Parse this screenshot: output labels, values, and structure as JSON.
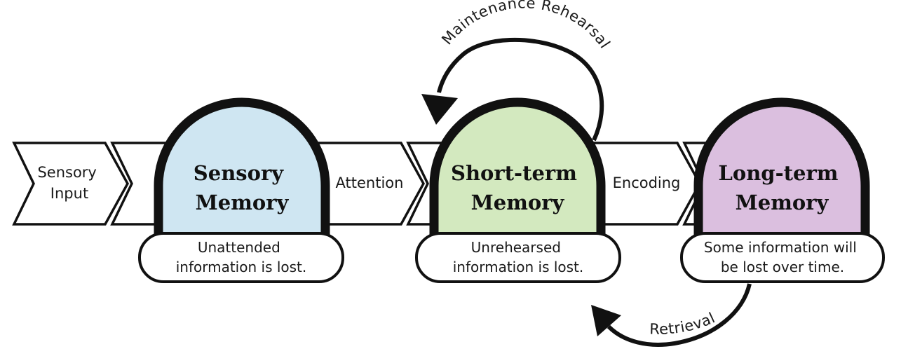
{
  "flow": {
    "input_label": [
      "Sensory",
      "Input"
    ],
    "attention_label": "Attention",
    "encoding_label": "Encoding"
  },
  "stages": [
    {
      "title": [
        "Sensory",
        "Memory"
      ],
      "loss_note": [
        "Unattended",
        "information is lost."
      ],
      "color": "#cfe6f2"
    },
    {
      "title": [
        "Short-term",
        "Memory"
      ],
      "loss_note": [
        "Unrehearsed",
        "information is lost."
      ],
      "color": "#d3e9bf"
    },
    {
      "title": [
        "Long-term",
        "Memory"
      ],
      "loss_note": [
        "Some information will",
        "be lost over time."
      ],
      "color": "#dbbfdf"
    }
  ],
  "loops": {
    "maintenance_label": "Maintenance Rehearsal",
    "retrieval_label": "Retrieval"
  },
  "colors": {
    "outline": "#111111",
    "sensory": "#cfe6f2",
    "short_term": "#d3e9bf",
    "long_term": "#dbbfdf"
  }
}
